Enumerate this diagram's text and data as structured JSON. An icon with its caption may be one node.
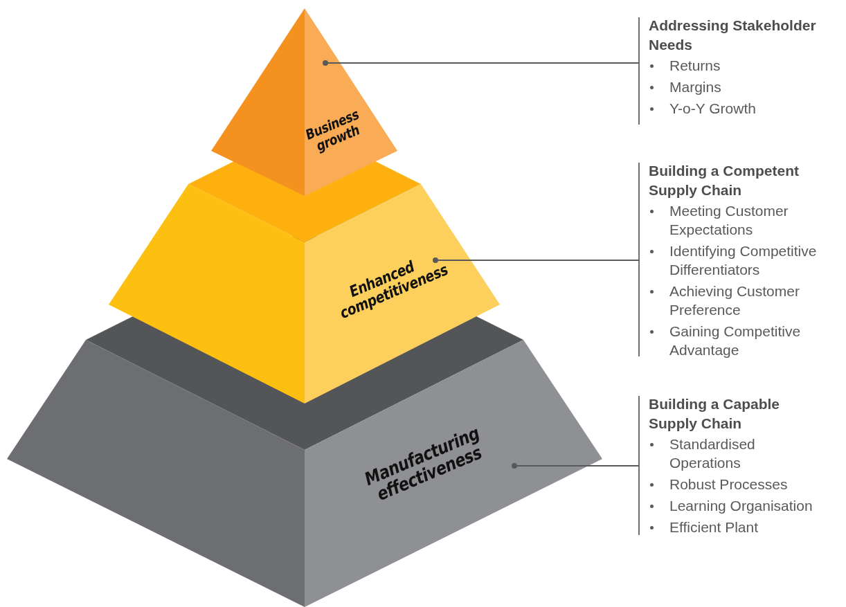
{
  "diagram": {
    "nodes": [
      {
        "text": [
          "Business growth"
        ]
      },
      {
        "text": [
          "Enhanced competitiveness"
        ]
      },
      {
        "text": [
          "Manufacturing effectiveness"
        ]
      },
      {
        "text": [
          "Addressing Stakeholder Needs",
          "Returns",
          "Margins",
          "Y-o-Y Growth"
        ]
      },
      {
        "text": [
          "Building a Competent Supply Chain",
          "Meeting Customer Expectations",
          "Identifying Competitive Differentiators",
          "Achieving Customer Preference",
          "Gaining Competitive Advantage"
        ]
      },
      {
        "text": [
          "Building a Capable Supply Chain",
          "Standardised Operations",
          "Robust Processes",
          "Learning Organisation",
          "Efficient Plant"
        ]
      }
    ],
    "edges": [
      {
        "from": 3,
        "to": 0,
        "arrow": "other"
      },
      {
        "from": 4,
        "to": 1,
        "arrow": "other"
      },
      {
        "from": 5,
        "to": 2,
        "arrow": "other"
      }
    ]
  }
}
